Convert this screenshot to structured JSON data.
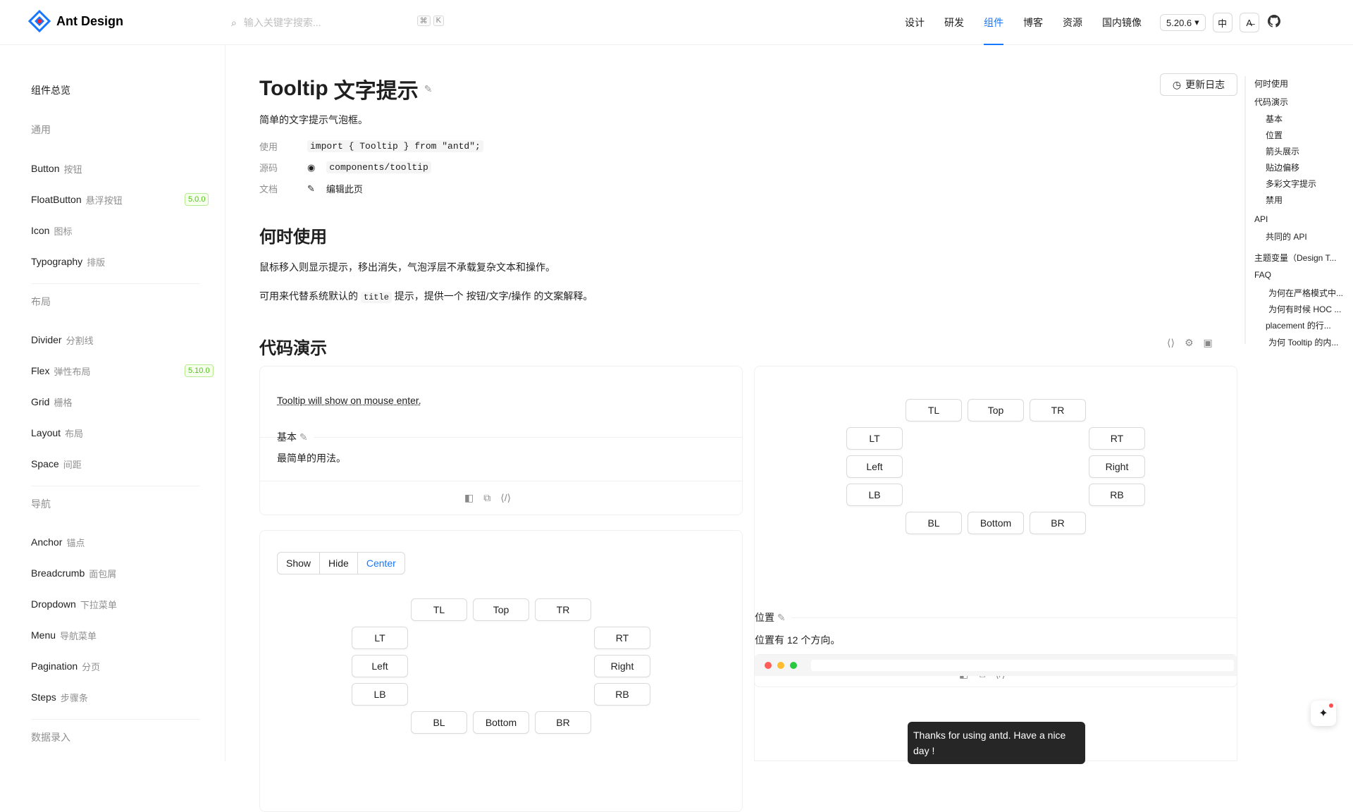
{
  "header": {
    "logo_text": "Ant Design",
    "search_placeholder": "输入关键字搜索...",
    "kbd": [
      "⌘",
      "K"
    ],
    "nav": [
      "设计",
      "研发",
      "组件",
      "博客",
      "资源",
      "国内镜像"
    ],
    "active_nav": "组件",
    "version": "5.20.6",
    "lang_button": "中",
    "direction_button": "A̶",
    "github_icon": "github-icon"
  },
  "sidebar": {
    "overview": "组件总览",
    "groups": {
      "general": "通用",
      "layout": "布局",
      "navigation": "导航",
      "data_entry": "数据录入"
    },
    "items": [
      {
        "en": "Button",
        "zh": "按钮"
      },
      {
        "en": "FloatButton",
        "zh": "悬浮按钮",
        "badge": "5.0.0"
      },
      {
        "en": "Icon",
        "zh": "图标"
      },
      {
        "en": "Typography",
        "zh": "排版"
      },
      {
        "en": "Divider",
        "zh": "分割线"
      },
      {
        "en": "Flex",
        "zh": "弹性布局",
        "badge": "5.10.0"
      },
      {
        "en": "Grid",
        "zh": "栅格"
      },
      {
        "en": "Layout",
        "zh": "布局"
      },
      {
        "en": "Space",
        "zh": "间距"
      },
      {
        "en": "Anchor",
        "zh": "锚点"
      },
      {
        "en": "Breadcrumb",
        "zh": "面包屑"
      },
      {
        "en": "Dropdown",
        "zh": "下拉菜单"
      },
      {
        "en": "Menu",
        "zh": "导航菜单"
      },
      {
        "en": "Pagination",
        "zh": "分页"
      },
      {
        "en": "Steps",
        "zh": "步骤条"
      }
    ]
  },
  "page": {
    "title_en": "Tooltip",
    "title_zh": "文字提示",
    "subtitle": "简单的文字提示气泡框。",
    "changelog": "更新日志",
    "meta": {
      "use_label": "使用",
      "use_code": "import { Tooltip } from \"antd\";",
      "source_label": "源码",
      "source_path": "components/tooltip",
      "docs_label": "文档",
      "edit_label": "编辑此页"
    },
    "when_title": "何时使用",
    "when_p1": "鼠标移入则显示提示，移出消失，气泡浮层不承载复杂文本和操作。",
    "when_p2_a": "可用来代替系统默认的",
    "when_p2_code": "title",
    "when_p2_b": "提示，提供一个",
    "when_p2_c": "按钮/文字/操作",
    "when_p2_d": "的文案解释。",
    "demo_title": "代码演示"
  },
  "demo_basic": {
    "trigger_text": "Tooltip will show on mouse enter.",
    "name": "基本",
    "desc": "最简单的用法。"
  },
  "demo_placement": {
    "seg": [
      "Show",
      "Hide",
      "Center"
    ],
    "seg_active": "Center",
    "top": [
      "TL",
      "Top",
      "TR"
    ],
    "left": [
      "LT",
      "Left",
      "LB"
    ],
    "right": [
      "RT",
      "Right",
      "RB"
    ],
    "bottom": [
      "BL",
      "Bottom",
      "BR"
    ]
  },
  "demo_position": {
    "top": [
      "TL",
      "Top",
      "TR"
    ],
    "left": [
      "LT",
      "Left",
      "LB"
    ],
    "right": [
      "RT",
      "Right",
      "RB"
    ],
    "bottom": [
      "BL",
      "Bottom",
      "BR"
    ],
    "name": "位置",
    "desc": "位置有 12 个方向。"
  },
  "toc": [
    "何时使用",
    "代码演示",
    "基本",
    "位置",
    "箭头展示",
    "贴边偏移",
    "多彩文字提示",
    "禁用",
    "API",
    "共同的 API",
    "主题变量（Design T...",
    "FAQ",
    "为何在严格模式中...",
    "为何有时候 HOC ...",
    "placement 的行...",
    "为何 Tooltip 的内..."
  ],
  "tooltip_text": "Thanks for using antd. Have a nice day !"
}
